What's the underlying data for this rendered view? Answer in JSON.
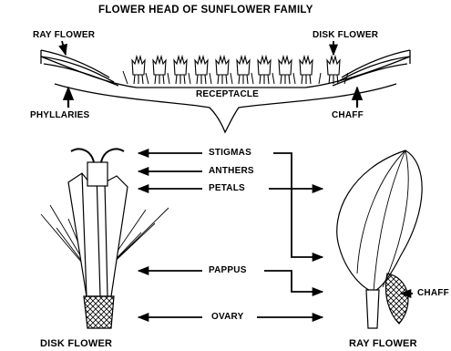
{
  "title": "FLOWER HEAD OF SUNFLOWER FAMILY",
  "labels": {
    "ray_flower_top": "RAY FLOWER",
    "disk_flower_top": "DISK FLOWER",
    "receptacle": "RECEPTACLE",
    "phyllaries": "PHYLLARIES",
    "chaff_top": "CHAFF",
    "stigmas": "STIGMAS",
    "anthers": "ANTHERS",
    "petals": "PETALS",
    "pappus": "PAPPUS",
    "ovary": "OVARY",
    "chaff_right": "CHAFF",
    "disk_flower_bottom": "DISK FLOWER",
    "ray_flower_bottom": "RAY FLOWER"
  }
}
